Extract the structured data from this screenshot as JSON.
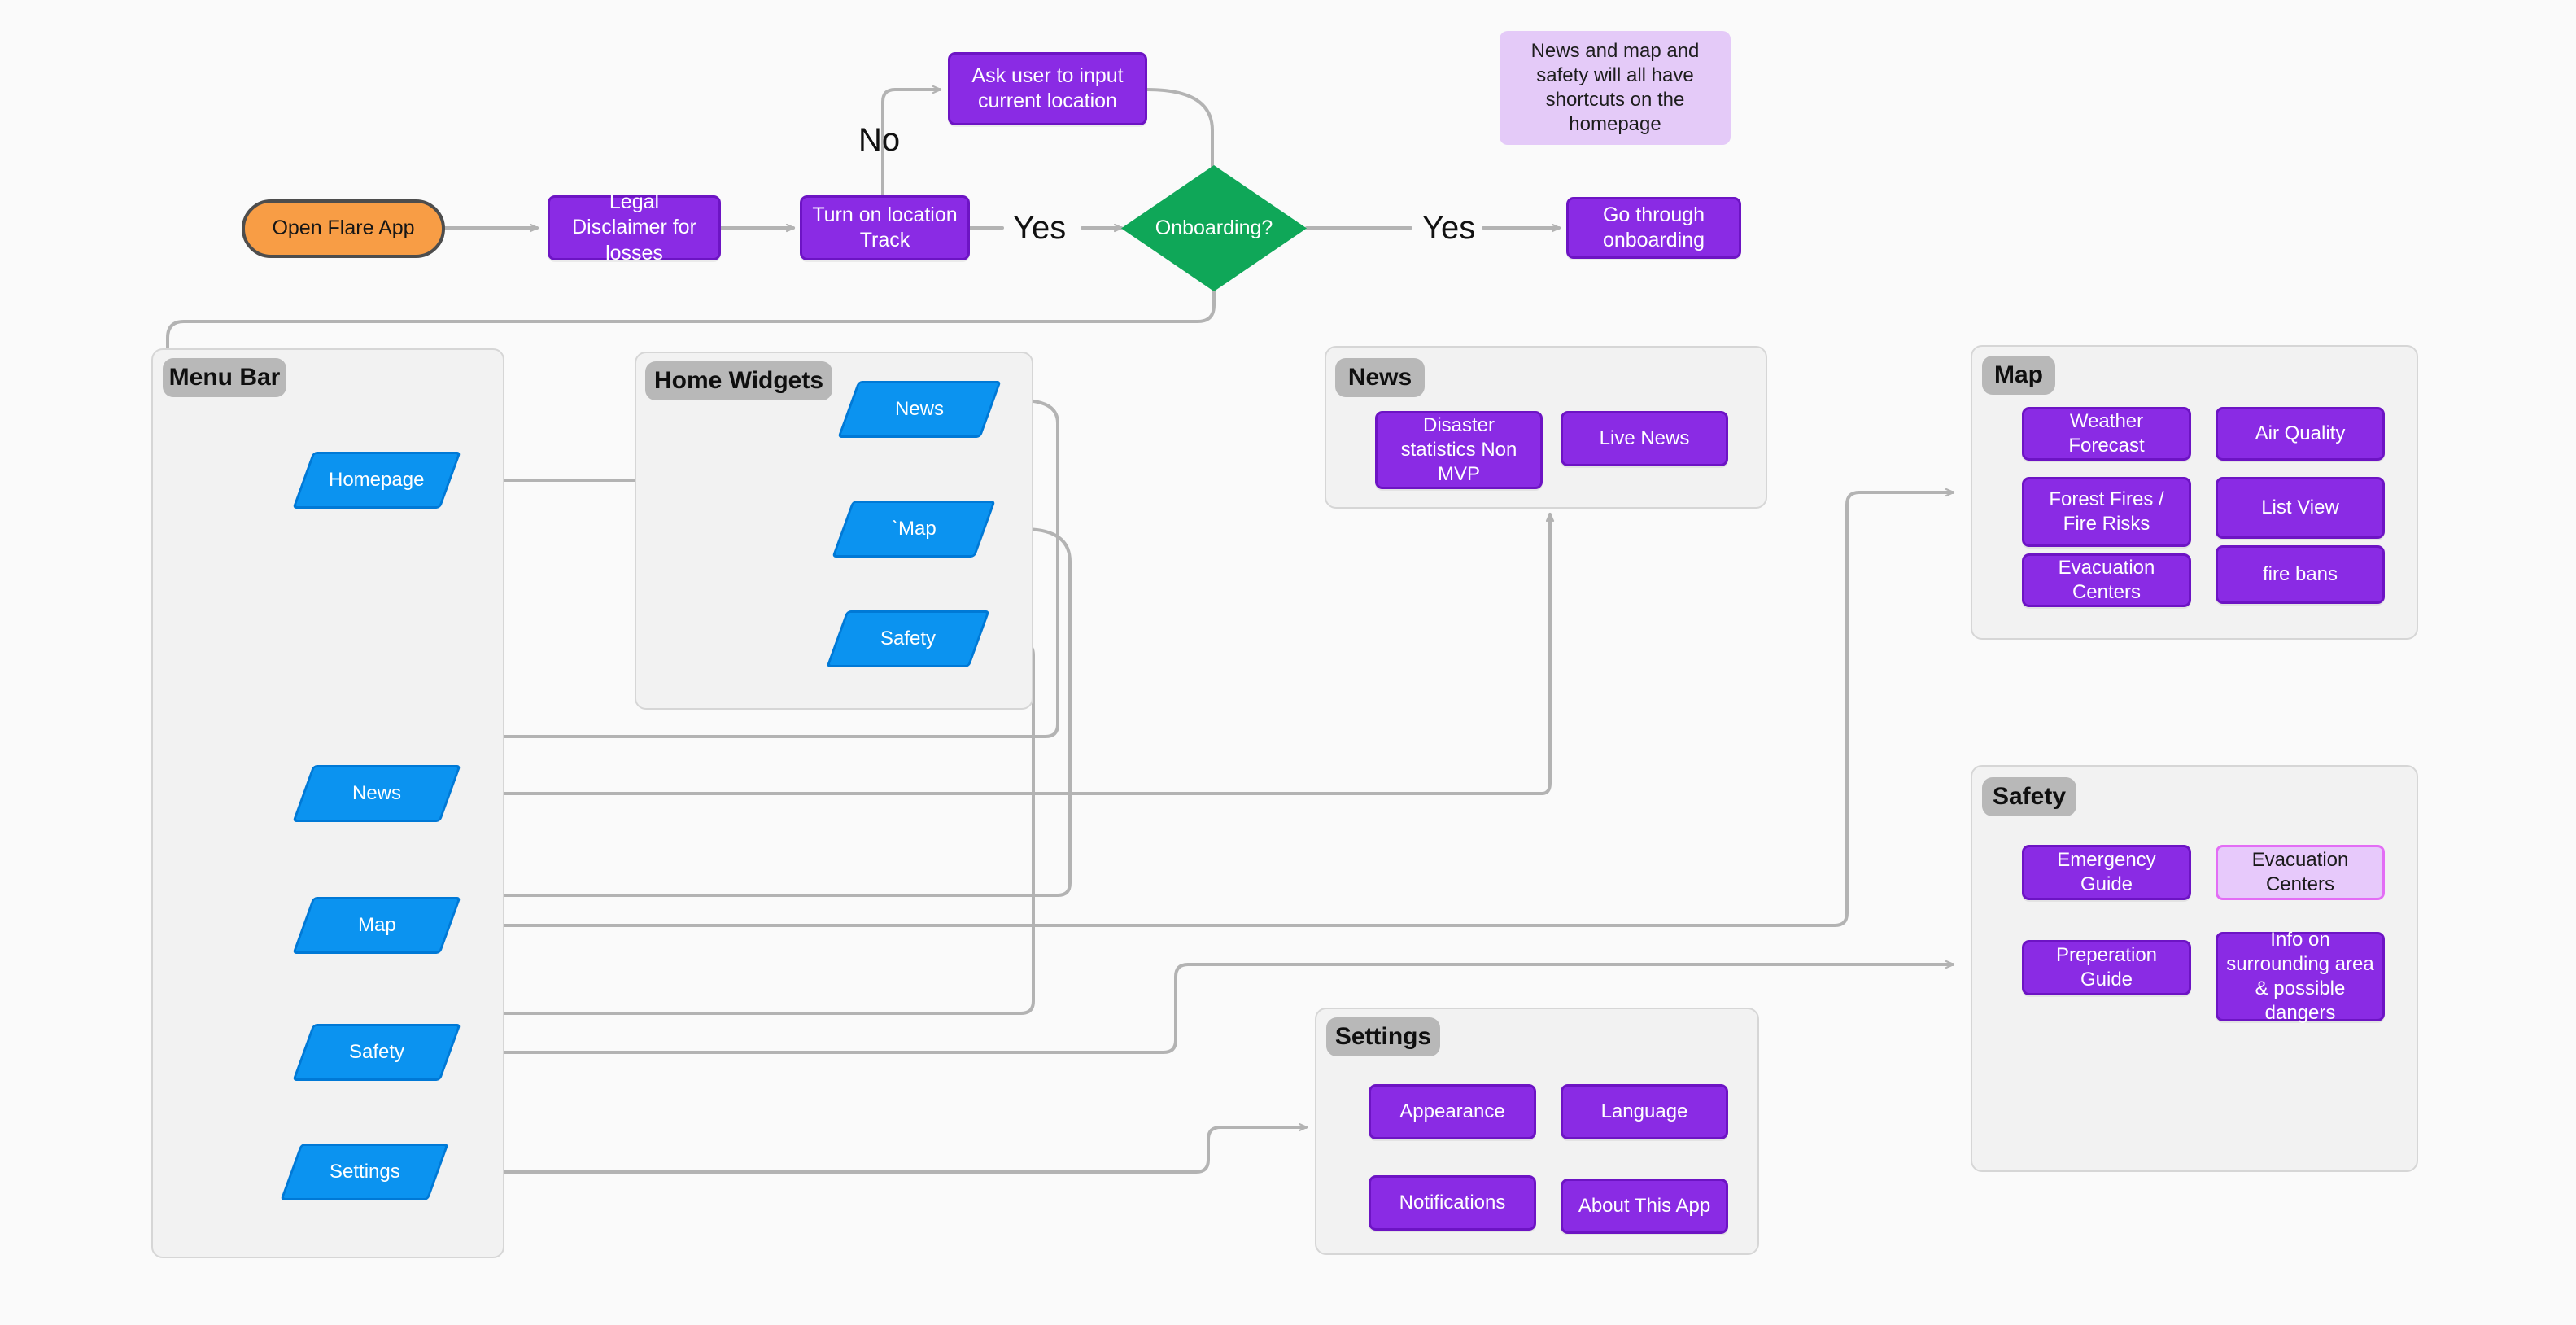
{
  "diagram": {
    "title": "Flare App User Flow",
    "colors": {
      "purple": "#8a2be4",
      "purple_border": "#6d14c4",
      "purple_soft": "#e7c9fb",
      "note": "#e4caf8",
      "orange": "#f89d45",
      "green": "#0fa758",
      "blue": "#0b93f0",
      "group_bg": "#f2f2f2",
      "group_title_bg": "#b8b8b8",
      "wire": "#b3b3b3",
      "canvas": "#fafafa"
    }
  },
  "flow": {
    "start": {
      "label": "Open Flare App"
    },
    "disclaimer": {
      "label": "Legal Disclaimer for losses"
    },
    "location_track": {
      "label": "Turn on location Track"
    },
    "ask_location": {
      "label": "Ask user to input current location"
    },
    "decision": {
      "label": "Onboarding?"
    },
    "onboarding": {
      "label": "Go through onboarding"
    },
    "note": {
      "label": "News and map and safety will all have shortcuts on the homepage"
    },
    "edge_labels": {
      "no": "No",
      "yes_left": "Yes",
      "yes_right": "Yes"
    }
  },
  "menu_bar": {
    "title": "Menu Bar",
    "items": [
      {
        "label": "Homepage"
      },
      {
        "label": "News"
      },
      {
        "label": "Map"
      },
      {
        "label": "Safety"
      },
      {
        "label": "Settings"
      }
    ]
  },
  "home_widgets": {
    "title": "Home Widgets",
    "items": [
      {
        "label": "News"
      },
      {
        "label": "`Map"
      },
      {
        "label": "Safety"
      }
    ]
  },
  "news_panel": {
    "title": "News",
    "items": [
      {
        "label": "Disaster statistics Non MVP"
      },
      {
        "label": "Live News"
      }
    ]
  },
  "map_panel": {
    "title": "Map",
    "items": [
      {
        "label": "Weather Forecast"
      },
      {
        "label": "Air Quality"
      },
      {
        "label": "Forest Fires / Fire Risks"
      },
      {
        "label": "List View"
      },
      {
        "label": "Evacuation Centers"
      },
      {
        "label": "fire bans"
      }
    ]
  },
  "safety_panel": {
    "title": "Safety",
    "items": [
      {
        "label": "Emergency Guide"
      },
      {
        "label": "Evacuation Centers"
      },
      {
        "label": "Preperation Guide"
      },
      {
        "label": "Info on surrounding area & possible dangers"
      }
    ]
  },
  "settings_panel": {
    "title": "Settings",
    "items": [
      {
        "label": "Appearance"
      },
      {
        "label": "Language"
      },
      {
        "label": "Notifications"
      },
      {
        "label": "About This App"
      }
    ]
  }
}
